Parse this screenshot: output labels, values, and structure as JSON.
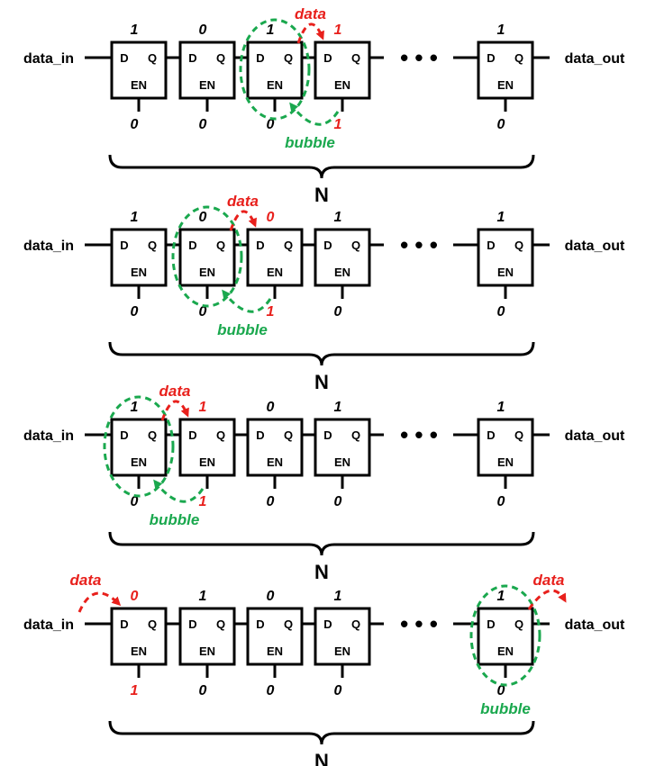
{
  "colors": {
    "wire": "#000000",
    "data": "#e8201c",
    "bubble": "#1aa84e"
  },
  "labels": {
    "input": "data_in",
    "output": "data_out",
    "d": "D",
    "q": "Q",
    "en": "EN",
    "n": "N",
    "ellipsis": "• • •",
    "data": "data",
    "bubble": "bubble"
  },
  "rows": [
    {
      "cells": [
        {
          "top": "1",
          "bottom": "0"
        },
        {
          "top": "0",
          "bottom": "0"
        },
        {
          "top": "1",
          "bottom": "0"
        },
        {
          "top": "1",
          "bottom": "1",
          "topRed": true,
          "bottomRed": true
        },
        {
          "top": "1",
          "bottom": "0"
        }
      ],
      "bubbleCell": 2,
      "dataFromCell": 2,
      "dataToCell": 3,
      "bubbleArrowFrom": 3
    },
    {
      "cells": [
        {
          "top": "1",
          "bottom": "0"
        },
        {
          "top": "0",
          "bottom": "0"
        },
        {
          "top": "0",
          "bottom": "1",
          "topRed": true,
          "bottomRed": true
        },
        {
          "top": "1",
          "bottom": "0"
        },
        {
          "top": "1",
          "bottom": "0"
        }
      ],
      "bubbleCell": 1,
      "dataFromCell": 1,
      "dataToCell": 2,
      "bubbleArrowFrom": 2
    },
    {
      "cells": [
        {
          "top": "1",
          "bottom": "0"
        },
        {
          "top": "1",
          "bottom": "1",
          "topRed": true,
          "bottomRed": true
        },
        {
          "top": "0",
          "bottom": "0"
        },
        {
          "top": "1",
          "bottom": "0"
        },
        {
          "top": "1",
          "bottom": "0"
        }
      ],
      "bubbleCell": 0,
      "dataFromCell": 0,
      "dataToCell": 1,
      "bubbleArrowFrom": 1
    },
    {
      "cells": [
        {
          "top": "0",
          "bottom": "1",
          "topRed": true,
          "bottomRed": true
        },
        {
          "top": "1",
          "bottom": "0"
        },
        {
          "top": "0",
          "bottom": "0"
        },
        {
          "top": "1",
          "bottom": "0"
        },
        {
          "top": "1",
          "bottom": "0"
        }
      ],
      "bubbleCell": 4,
      "dataFromCell": -1,
      "dataToCell": 0,
      "dataOutFromCell": 4,
      "bubbleArrowFrom": -1
    }
  ]
}
